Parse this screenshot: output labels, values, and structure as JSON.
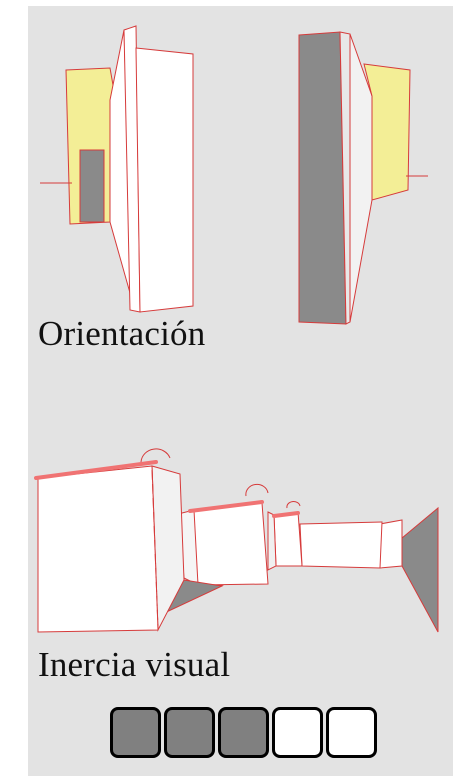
{
  "labels": {
    "orientation": "Orientación",
    "visual_inertia": "Inercia visual"
  },
  "rating": {
    "value": 3,
    "max": 5
  },
  "colors": {
    "panel_background": "#e3e3e3",
    "face_white": "#ffffff",
    "face_gray": "#8a8a8a",
    "face_yellow": "#f3ee96",
    "edge_red": "#d63b3b",
    "highlight_red": "#f07373",
    "rating_fill": "#808080"
  }
}
